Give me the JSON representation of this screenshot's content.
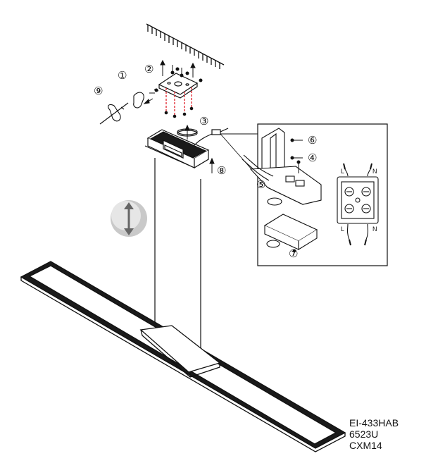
{
  "callouts": {
    "c1": "①",
    "c2": "②",
    "c3": "③",
    "c4": "④",
    "c5": "⑤",
    "c6": "⑥",
    "c7": "⑦",
    "c8": "⑧",
    "c9": "⑨"
  },
  "terminal_labels": {
    "top_left": "L",
    "top_right": "N",
    "bottom_left": "L",
    "bottom_right": "N"
  },
  "model_codes": [
    "EI-433HAB",
    "6523U",
    "CXM14"
  ],
  "colors": {
    "line": "#111111",
    "screw_highlight": "#e0202a",
    "height_icon_fill": "#c9c9c9"
  },
  "icons": {
    "adjust_height": "double-arrow-vertical-icon"
  }
}
